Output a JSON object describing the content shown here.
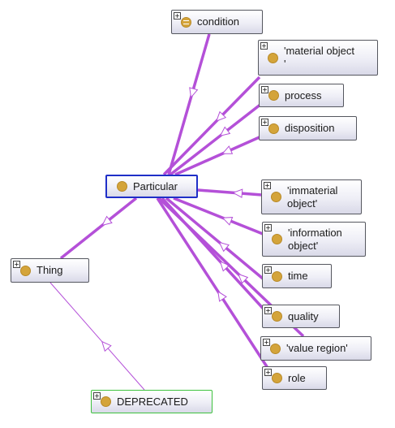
{
  "nodes": {
    "condition": {
      "label": "condition"
    },
    "material_object": {
      "label": "'material object\n'"
    },
    "process": {
      "label": "process"
    },
    "disposition": {
      "label": "disposition"
    },
    "particular": {
      "label": "Particular"
    },
    "immaterial_object": {
      "label": "'immaterial\nobject'"
    },
    "information_object": {
      "label": "'information\nobject'"
    },
    "time": {
      "label": "time"
    },
    "quality": {
      "label": "quality"
    },
    "value_region": {
      "label": "'value region'"
    },
    "role": {
      "label": "role"
    },
    "thing": {
      "label": "Thing"
    },
    "deprecated": {
      "label": "DEPRECATED"
    }
  },
  "expander_symbol": "+",
  "colors": {
    "edge": "#b450d8",
    "class_dot": "#d4a43a",
    "selected_border": "#1f2fc8",
    "deprecated_border": "#3fc23f"
  }
}
